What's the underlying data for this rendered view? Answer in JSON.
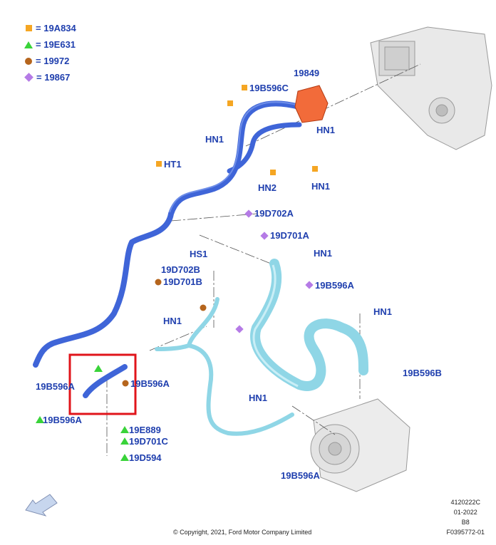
{
  "legend": [
    {
      "symbol": "square-icon",
      "label": "19A834"
    },
    {
      "symbol": "triangle-icon",
      "label": "19E631"
    },
    {
      "symbol": "circle-icon",
      "label": "19972"
    },
    {
      "symbol": "diamond-icon",
      "label": "19867"
    }
  ],
  "legend_eq": "=",
  "callouts": {
    "c19849": "19849",
    "c19B596C": "19B596C",
    "cHN1_a": "HN1",
    "cHN1_b": "HN1",
    "cHT1": "HT1",
    "cHN2": "HN2",
    "cHN1_c": "HN1",
    "c19D702A": "19D702A",
    "c19D701A": "19D701A",
    "cHS1": "HS1",
    "cHN1_d": "HN1",
    "c19D702B": "19D702B",
    "c19D701B": "19D701B",
    "c19B596A_a": "19B596A",
    "cHN1_e": "HN1",
    "cHN1_f": "HN1",
    "c19B596A_b": "19B596A",
    "c19B596B": "19B596B",
    "c19B596A_c": "19B596A",
    "c19B596A_d": "19B596A",
    "c19E889": "19E889",
    "c19D701C": "19D701C",
    "c19D594": "19D594",
    "cHN1_g": "HN1",
    "c19B596A_e": "19B596A"
  },
  "colors": {
    "label": "#1f3fae",
    "hose_dark": "#3f65d8",
    "hose_light": "#8fd6e6",
    "highlight_box": "#e0141b",
    "accent": "#f26b3a"
  },
  "footer": {
    "code": "4120222C",
    "date": "01-2022",
    "rev": "B8",
    "figure": "F0395772-01",
    "copyright": "© Copyright, 2021, Ford Motor Company Limited"
  }
}
